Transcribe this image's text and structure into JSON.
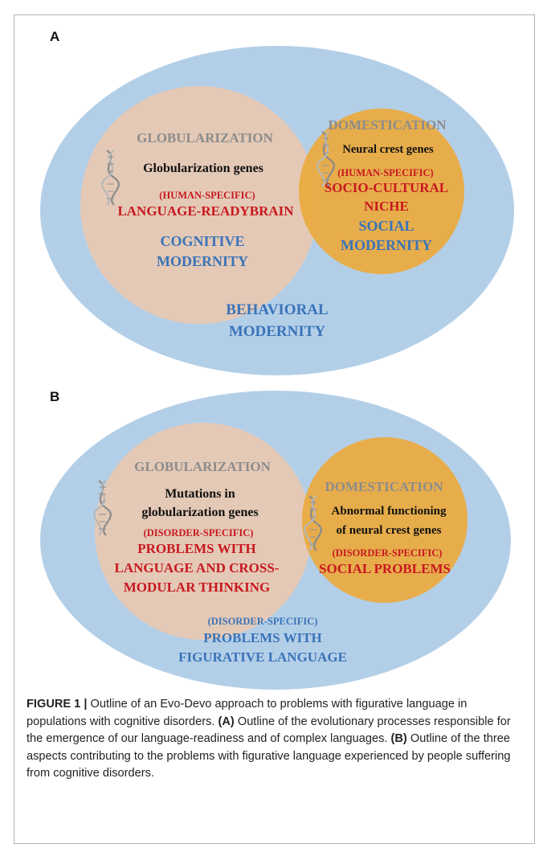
{
  "panel_a": {
    "letter": "A",
    "left_circle": {
      "title": "GLOBULARIZATION",
      "genes": "Globularization genes",
      "specific": "(HUMAN-SPECIFIC)",
      "red_text": "LANGUAGE-READYBRAIN",
      "blue_lines": [
        "COGNITIVE",
        "MODERNITY"
      ]
    },
    "right_circle": {
      "title": "DOMESTICATION",
      "genes": "Neural crest genes",
      "specific": "(HUMAN-SPECIFIC)",
      "red_lines": [
        "SOCIO-CULTURAL",
        "NICHE"
      ],
      "blue_lines": [
        "SOCIAL",
        "MODERNITY"
      ]
    },
    "outer": {
      "blue_lines": [
        "BEHAVIORAL",
        "MODERNITY"
      ]
    }
  },
  "panel_b": {
    "letter": "B",
    "left_circle": {
      "title": "GLOBULARIZATION",
      "gene_lines": [
        "Mutations in",
        "globularization genes"
      ],
      "specific": "(DISORDER-SPECIFIC)",
      "red_lines": [
        "PROBLEMS WITH",
        "LANGUAGE AND CROSS-",
        "MODULAR THINKING"
      ]
    },
    "right_circle": {
      "title": "DOMESTICATION",
      "gene_lines": [
        "Abnormal functioning",
        "of neural crest genes"
      ],
      "specific": "(DISORDER-SPECIFIC)",
      "red_text": "SOCIAL PROBLEMS"
    },
    "outer": {
      "specific": "(DISORDER-SPECIFIC)",
      "blue_lines": [
        "PROBLEMS WITH",
        "FIGURATIVE LANGUAGE"
      ]
    }
  },
  "colors": {
    "outer_ellipse": "#b3cfe8",
    "left_circle": "#e4c9b6",
    "right_circle": "#ebaa3e",
    "blue_text": "#3a73b8",
    "red_text": "#c8181f",
    "gray_text": "#8c8c8c"
  },
  "icons": [
    "dna-helix-icon"
  ],
  "caption": {
    "label": "FIGURE 1 |",
    "intro": "Outline of an Evo-Devo approach to problems with figurative language in populations with cognitive disorders.",
    "a_label": "(A)",
    "a_text": "Outline of the evolutionary processes responsible for the emergence of our language-readiness and of complex languages.",
    "b_label": "(B)",
    "b_text": "Outline of the three aspects contributing to the problems with figurative language experienced by people suffering from cognitive disorders."
  }
}
